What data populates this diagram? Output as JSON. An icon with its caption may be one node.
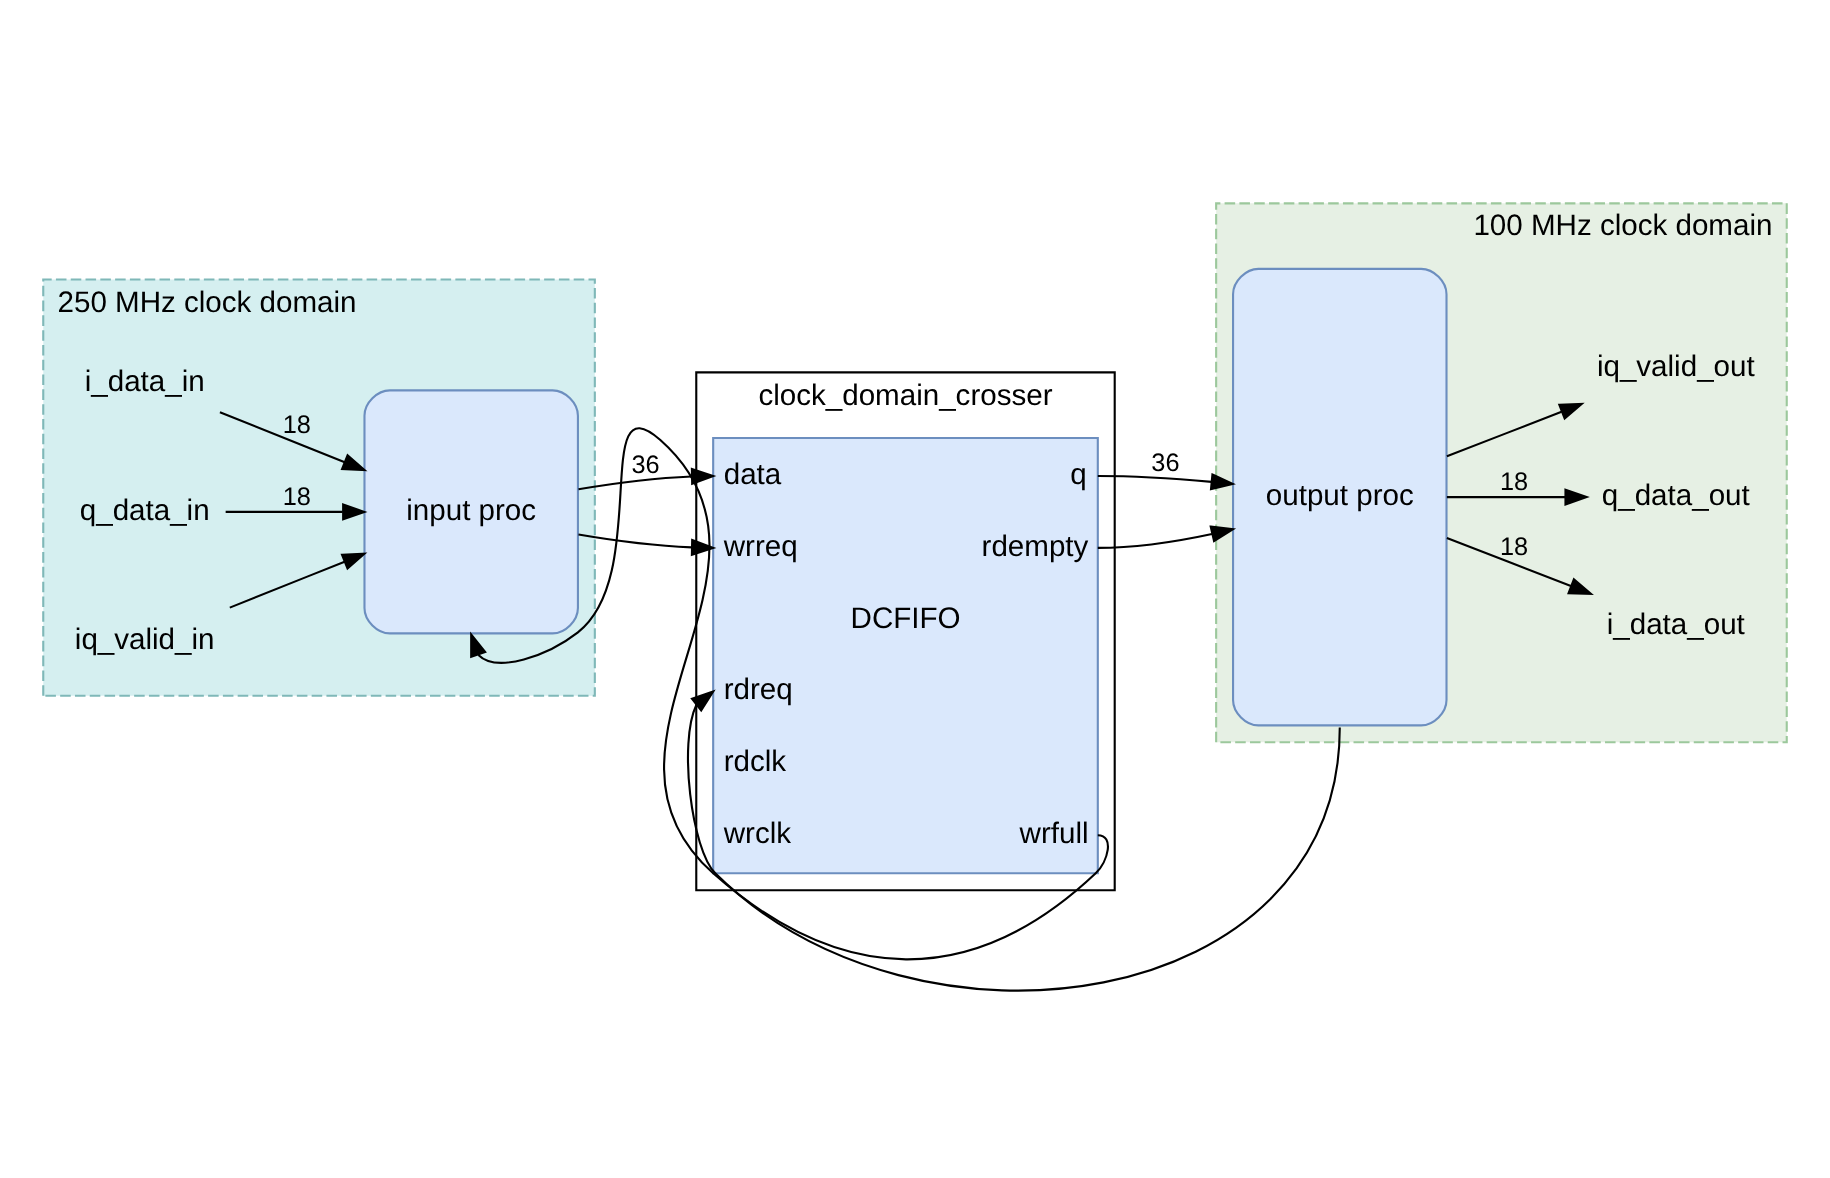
{
  "diagram": {
    "nodes": [
      {
        "text": [
          "clock_domain_crosser"
        ]
      },
      {
        "text": [
          "250 MHz clock domain"
        ]
      },
      {
        "text": [
          "100 MHz clock domain"
        ]
      },
      {
        "text": [
          "input proc"
        ],
        "in": 1
      },
      {
        "text": [
          "data",
          "q",
          "wrreq",
          "rdempty",
          "DCFIFO",
          "rdreq",
          "rdclk",
          "wrclk",
          "wrfull"
        ],
        "in": 0
      },
      {
        "text": [
          "output proc"
        ],
        "in": 2
      },
      {
        "text": [
          "i_data_in"
        ],
        "in": 1
      },
      {
        "text": [
          "q_data_in"
        ],
        "in": 1
      },
      {
        "text": [
          "iq_valid_in"
        ],
        "in": 1
      },
      {
        "text": [
          "i_data_out"
        ],
        "in": 2
      },
      {
        "text": [
          "q_data_out"
        ],
        "in": 2
      },
      {
        "text": [
          "iq_valid_out"
        ],
        "in": 2
      }
    ],
    "edges": [
      {
        "from": 6,
        "to": 3,
        "arrow": "to",
        "label": "18"
      },
      {
        "from": 7,
        "to": 3,
        "arrow": "to",
        "label": "18"
      },
      {
        "from": 8,
        "to": 3,
        "arrow": "to"
      },
      {
        "from": 3,
        "to": 4,
        "arrow": "to",
        "label": "36"
      },
      {
        "from": 3,
        "to": 4,
        "arrow": "to"
      },
      {
        "from": 4,
        "to": 5,
        "arrow": "to",
        "label": "36"
      },
      {
        "from": 4,
        "to": 5,
        "arrow": "to"
      },
      {
        "from": 5,
        "to": 9,
        "arrow": "to",
        "label": "18"
      },
      {
        "from": 5,
        "to": 10,
        "arrow": "to",
        "label": "18"
      },
      {
        "from": 5,
        "to": 11,
        "arrow": "to"
      },
      {
        "from": 4,
        "to": 3,
        "arrow": "to"
      },
      {
        "from": 5,
        "to": 4,
        "arrow": "to"
      }
    ]
  }
}
